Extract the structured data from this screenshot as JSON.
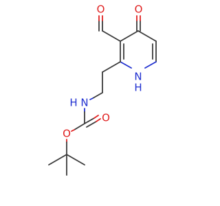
{
  "atoms": {
    "aldehyde_oxygen": "O",
    "ketone_oxygen": "O",
    "ring_nitrogen": "N",
    "ring_nitrogen_h": "H",
    "amide_nitrogen": "N",
    "amide_nitrogen_h": "H",
    "ester_oxygen": "O",
    "carbonyl_oxygen": "O"
  },
  "colors": {
    "bond": "#3a3a3a",
    "oxygen": "#e02020",
    "nitrogen": "#2030d0",
    "background": "#ffffff"
  }
}
